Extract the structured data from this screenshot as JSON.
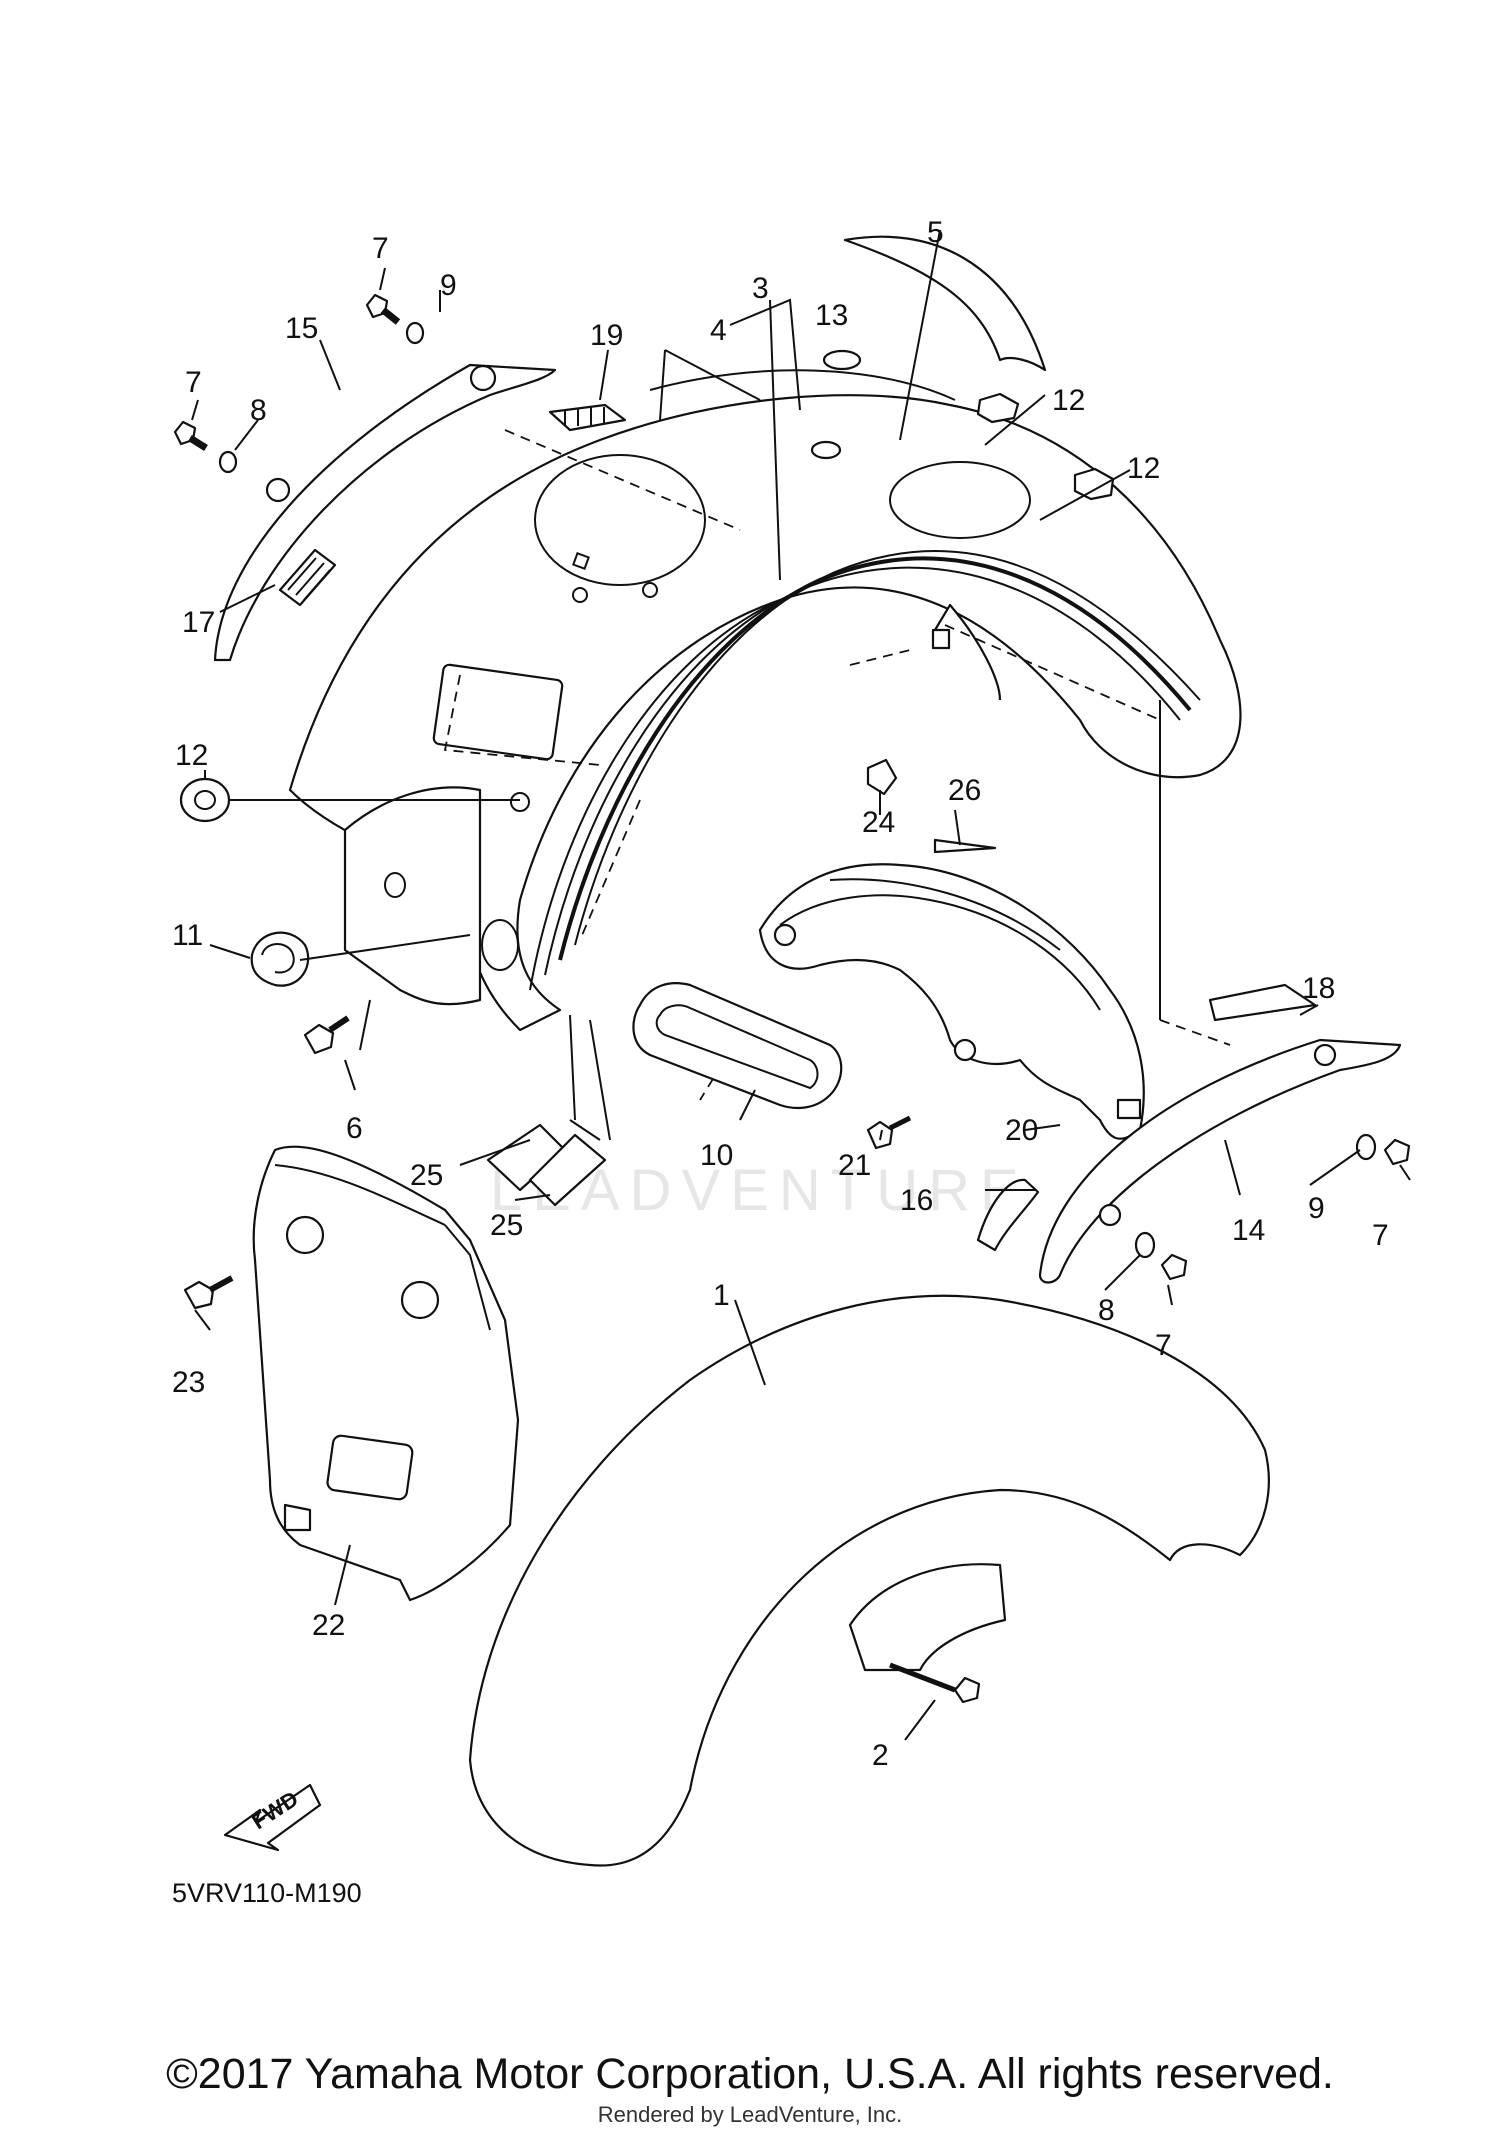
{
  "diagram": {
    "code": "5VRV110-M190",
    "watermark": "LEADVENTURE",
    "fwd_label": "FWD",
    "callouts": [
      "1",
      "2",
      "3",
      "4",
      "5",
      "6",
      "7",
      "7",
      "7",
      "7",
      "8",
      "8",
      "9",
      "9",
      "10",
      "11",
      "12",
      "12",
      "12",
      "13",
      "14",
      "15",
      "16",
      "17",
      "18",
      "19",
      "20",
      "21",
      "22",
      "23",
      "24",
      "25",
      "25",
      "26"
    ]
  },
  "footer": {
    "copyright": "©2017 Yamaha Motor Corporation, U.S.A. All rights reserved.",
    "rendered_by": "Rendered by LeadVenture, Inc."
  }
}
